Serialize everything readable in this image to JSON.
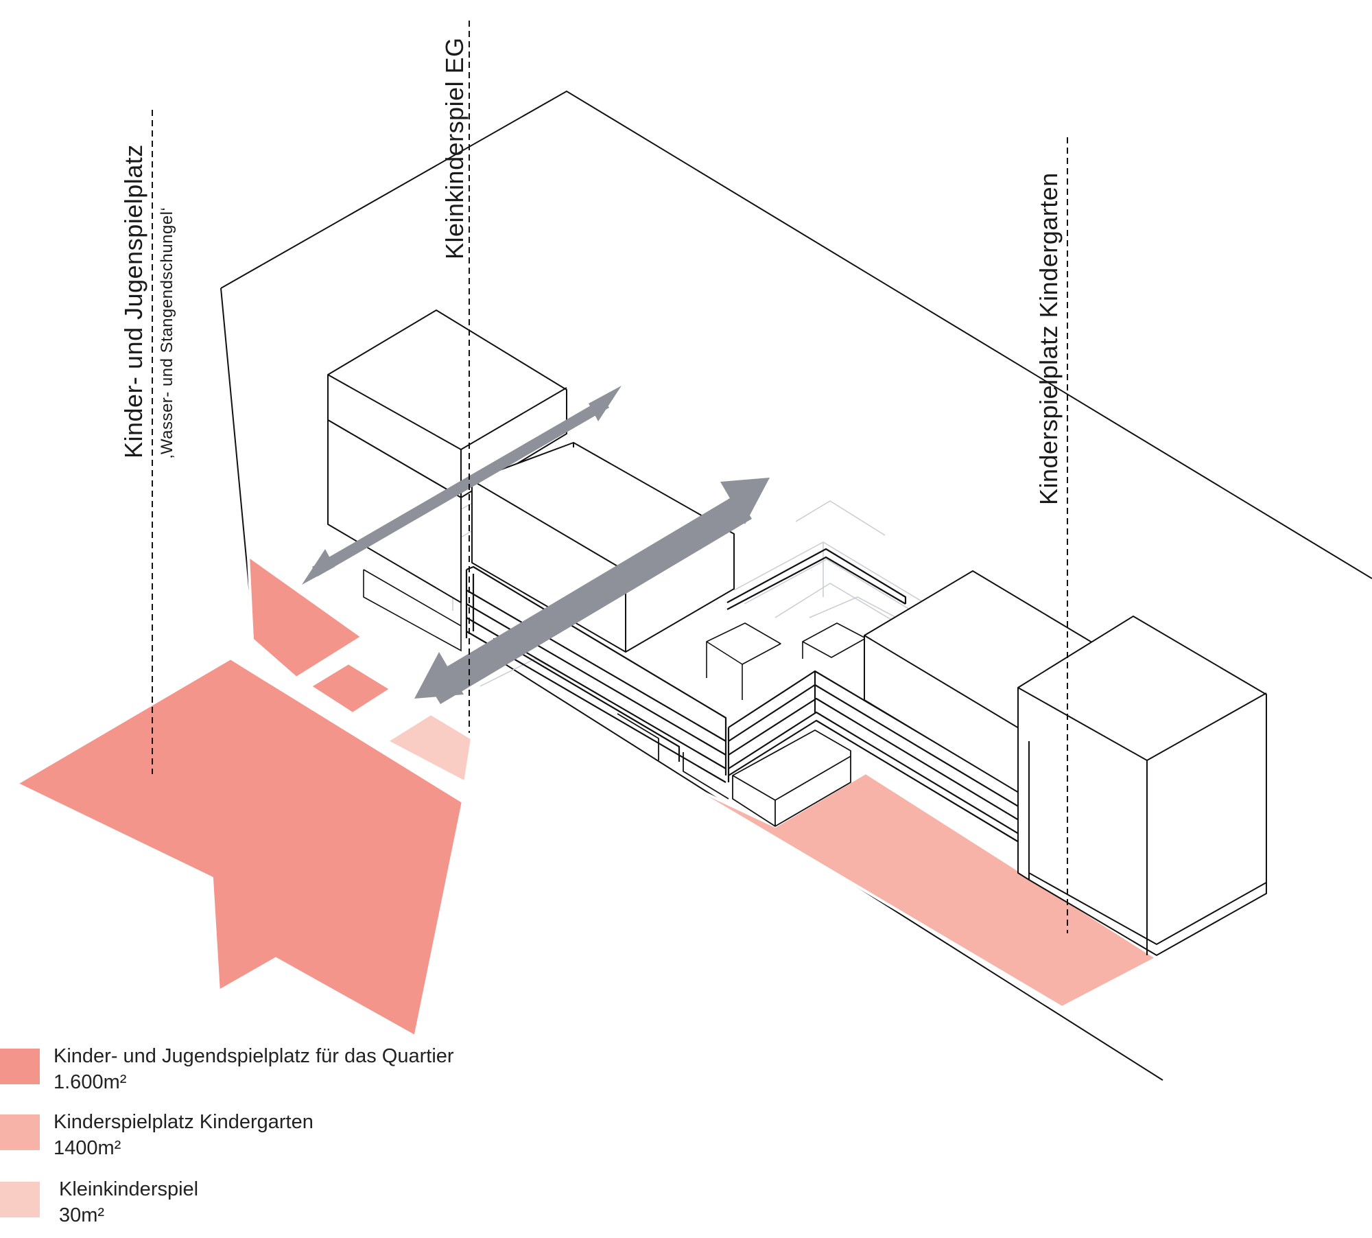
{
  "labels": {
    "kinder_jugend": "Kinder- und Jugenspielplatz",
    "kinder_jugend_sub": "‚Wasser- und Stangendschungel‘",
    "kleinkinder": "Kleinkinderspiel EG",
    "kindergarten": "Kinderspielplatz Kindergarten"
  },
  "legend": [
    {
      "title": "Kinder- und Jugendspielplatz für das Quartier",
      "area": "1.600m²",
      "color": "#f4958b"
    },
    {
      "title": "Kinderspielplatz Kindergarten",
      "area": "1400m²",
      "color": "#f7b3a8"
    },
    {
      "title": "Kleinkinderspiel",
      "area": "30m²",
      "color": "#f9cdc4"
    }
  ],
  "colors": {
    "zone_quartier": "#f4958b",
    "zone_kindergarten": "#f7b3a8",
    "zone_kleinkinder": "#f9cdc4",
    "arrows": "#8e9199",
    "lines": "#111111",
    "ghost_lines": "#c9ccd1"
  }
}
